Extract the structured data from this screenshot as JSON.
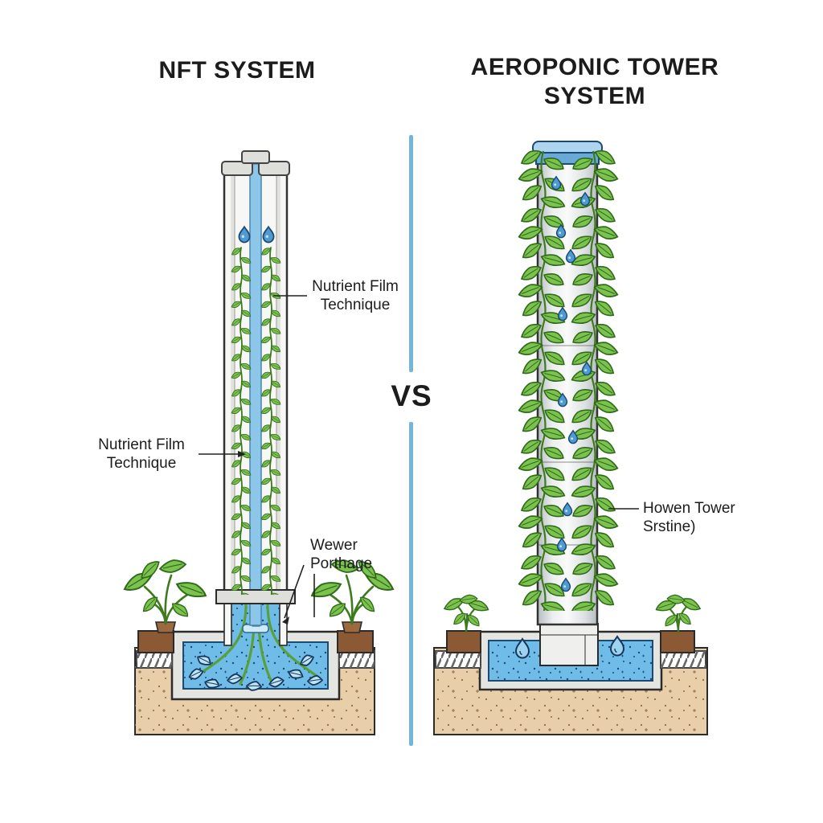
{
  "header": {
    "left_title": "NFT SYSTEM",
    "right_title_line1": "AEROPONIC TOWER",
    "right_title_line2": "SYSTEM",
    "vs_label": "VS"
  },
  "left_diagram": {
    "name": "NFT System vertical tube with nutrient film, plants and reservoir",
    "labels": {
      "film_right": {
        "line1": "Nutrient Film",
        "line2": "Technique"
      },
      "film_left": {
        "line1": "Nutrient Film",
        "line2": "Technique"
      },
      "water": {
        "line1": "Wewer",
        "line2": "Porthage"
      }
    }
  },
  "right_diagram": {
    "name": "Aeroponic tower covered with plants standing in reservoir",
    "labels": {
      "tower": {
        "line1": "Howen Tower",
        "line2": "Srstine)"
      }
    }
  },
  "colors": {
    "divider": "#74b6d9",
    "water": "#6fbce8",
    "water_outline": "#1d4a70",
    "channel": "#8cc6e9",
    "droplet": "#4e9ad2",
    "leaf": "#7cc24e",
    "leaf_outline": "#2f6b1a",
    "stem": "#3e7a1e",
    "soil": "#e9cfa9",
    "soil_dot": "#8a6a45",
    "pot_brown": "#8b5a35",
    "pipe_gray": "#dededb",
    "pipe_white": "#f7f7f5",
    "cap_blue": "#68a9d8",
    "outline": "#2b2b2b",
    "text": "#1c1c1c"
  }
}
